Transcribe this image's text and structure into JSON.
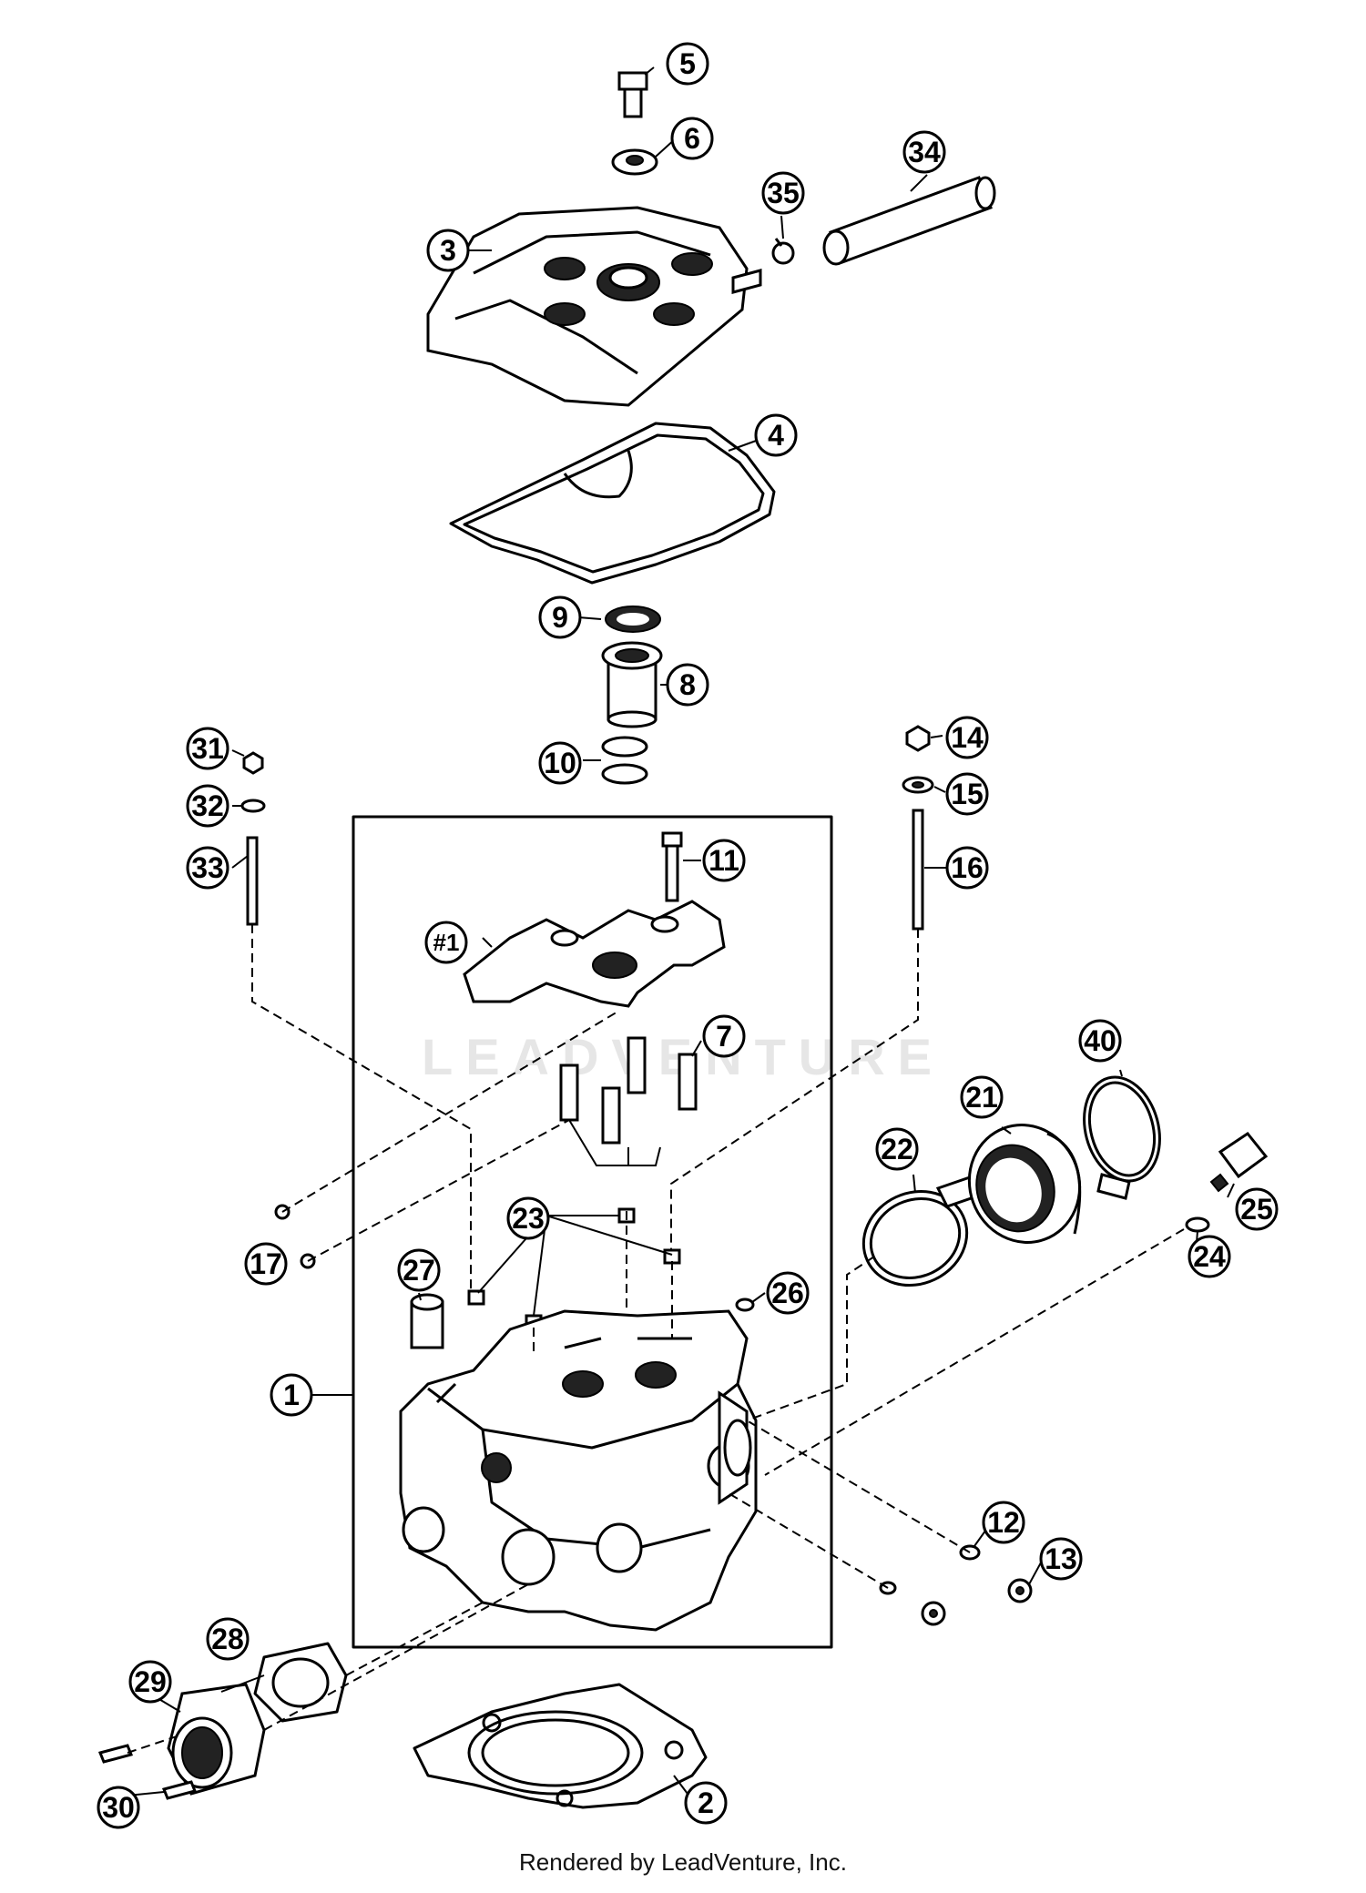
{
  "watermark": "LEADVENTURE",
  "credit": "Rendered by LeadVenture, Inc.",
  "callouts": {
    "c1": "1",
    "c2": "2",
    "c3": "3",
    "c4": "4",
    "c5": "5",
    "c6": "6",
    "c7": "7",
    "c8": "8",
    "c9": "9",
    "c10": "10",
    "c11": "11",
    "c12": "12",
    "c13": "13",
    "c14": "14",
    "c15": "15",
    "c16": "16",
    "c17": "17",
    "c21": "21",
    "c22": "22",
    "c23": "23",
    "c24": "24",
    "c25": "25",
    "c26": "26",
    "c27": "27",
    "c28": "28",
    "c29": "29",
    "c30": "30",
    "c31": "31",
    "c32": "32",
    "c33": "33",
    "c34": "34",
    "c35": "35",
    "c40": "40",
    "c_hash1": "#1"
  }
}
